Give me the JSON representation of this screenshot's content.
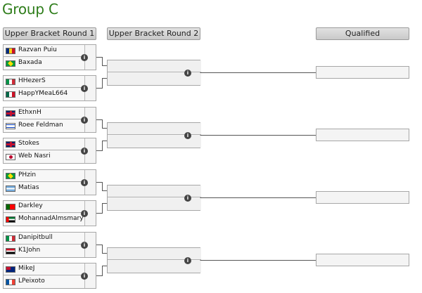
{
  "group_title": "Group C",
  "headers": {
    "round1": "Upper Bracket Round 1",
    "round2": "Upper Bracket Round 2",
    "qualified": "Qualified"
  },
  "info_icon_glyph": "i",
  "round1_matches": [
    {
      "p1": {
        "name": "Razvan Puiu",
        "flag": "romania-flag"
      },
      "p2": {
        "name": "Baxada",
        "flag": "brazil-flag"
      }
    },
    {
      "p1": {
        "name": "HHezerS",
        "flag": "italy-flag"
      },
      "p2": {
        "name": "HappYMeaL664",
        "flag": "mexico-flag"
      }
    },
    {
      "p1": {
        "name": "EthxnH",
        "flag": "uk-flag"
      },
      "p2": {
        "name": "Roee Feldman",
        "flag": "israel-flag"
      }
    },
    {
      "p1": {
        "name": "Stokes",
        "flag": "uk-flag"
      },
      "p2": {
        "name": "Web Nasri",
        "flag": "japan-flag"
      }
    },
    {
      "p1": {
        "name": "PHzin",
        "flag": "brazil-flag"
      },
      "p2": {
        "name": "Matias",
        "flag": "argentina-flag"
      }
    },
    {
      "p1": {
        "name": "Darkley",
        "flag": "portugal-flag"
      },
      "p2": {
        "name": "MohannadAlmsmary",
        "flag": "uae-flag"
      }
    },
    {
      "p1": {
        "name": "Danipitbull",
        "flag": "italy-flag"
      },
      "p2": {
        "name": "K1John",
        "flag": "egypt-flag"
      }
    },
    {
      "p1": {
        "name": "MikeJ",
        "flag": "australia-flag"
      },
      "p2": {
        "name": "LPeixoto",
        "flag": "france-flag"
      }
    }
  ],
  "round2_matches": [
    {
      "p1": {
        "name": ""
      },
      "p2": {
        "name": ""
      }
    },
    {
      "p1": {
        "name": ""
      },
      "p2": {
        "name": ""
      }
    },
    {
      "p1": {
        "name": ""
      },
      "p2": {
        "name": ""
      }
    },
    {
      "p1": {
        "name": ""
      },
      "p2": {
        "name": ""
      }
    }
  ],
  "qualified": [
    "",
    "",
    "",
    ""
  ],
  "colors": {
    "title_green": "#2e7d1a",
    "header_bg": "#d4d4d4",
    "connector": "#555555"
  }
}
